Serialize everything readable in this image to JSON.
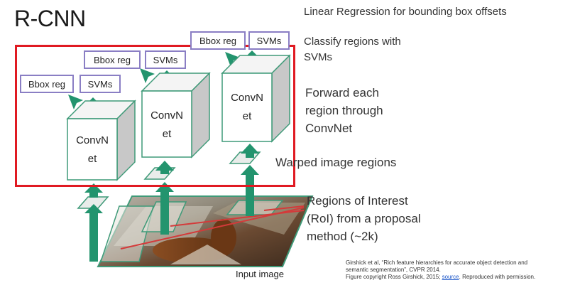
{
  "title": "R-CNN",
  "side_text": {
    "linear_regression": "Linear Regression for bounding box offsets",
    "classify_line1": "Classify regions with",
    "classify_line2": "SVMs",
    "forward_line1": "Forward each",
    "forward_line2": "region through",
    "forward_line3": "ConvNet",
    "warped": "Warped image regions",
    "roi_line1": "Regions of Interest",
    "roi_line2": "(RoI) from a proposal",
    "roi_line3": "method (~2k)"
  },
  "network": {
    "bbox_label": "Bbox reg",
    "svm_label": "SVMs",
    "convnet_line1": "ConvN",
    "convnet_line2": "et"
  },
  "input_label": "Input image",
  "citation": {
    "line1": "Girshick et al, “Rich feature hierarchies for accurate object detection and",
    "line2": "semantic segmentation”, CVPR 2014.",
    "line3_prefix": "Figure copyright Ross Girshick, 2015; ",
    "line3_link": "source",
    "line3_suffix": ". Reproduced with permission."
  },
  "colors": {
    "arrow_green": "#23946e",
    "box_edge": "#3f9a78",
    "tag_border": "#8a7ec4",
    "highlight_red": "#e01a22"
  }
}
